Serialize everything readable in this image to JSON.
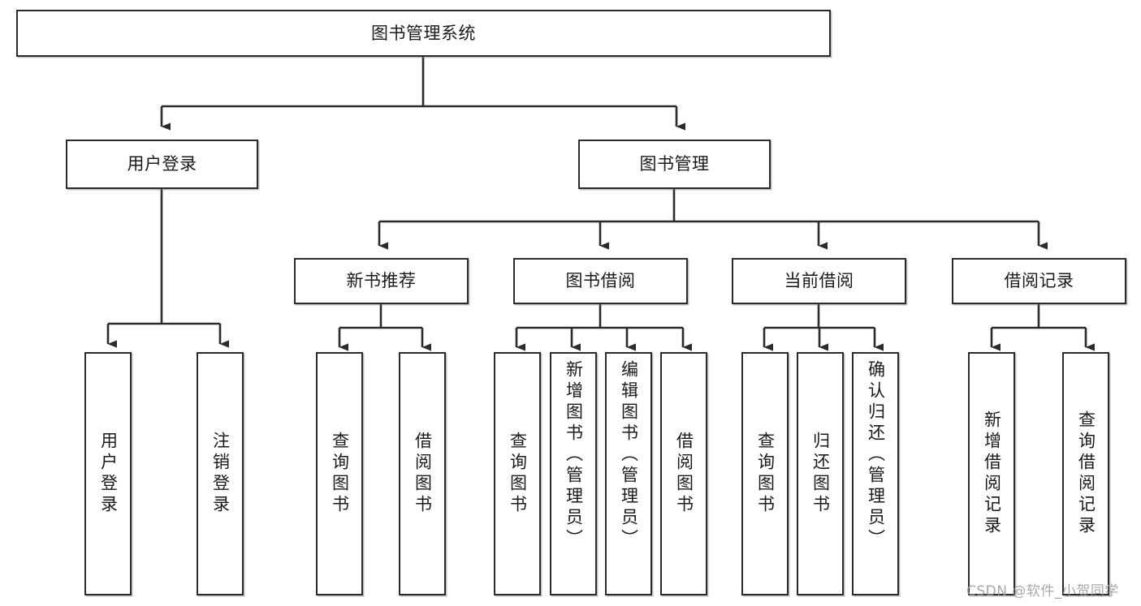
{
  "diagram": {
    "title": "图书管理系统",
    "type": "tree-hierarchy-chart",
    "root": {
      "id": "root",
      "label": "图书管理系统"
    },
    "level2": [
      {
        "id": "user-login",
        "label": "用户登录"
      },
      {
        "id": "book-manage",
        "label": "图书管理"
      }
    ],
    "level3": [
      {
        "id": "new-book-rec",
        "label": "新书推荐",
        "parent": "book-manage"
      },
      {
        "id": "book-borrow",
        "label": "图书借阅",
        "parent": "book-manage"
      },
      {
        "id": "current-borrow",
        "label": "当前借阅",
        "parent": "book-manage"
      },
      {
        "id": "borrow-record",
        "label": "借阅记录",
        "parent": "book-manage"
      }
    ],
    "leaves": [
      {
        "id": "leaf-user-login",
        "label": "用户登录",
        "parent": "user-login"
      },
      {
        "id": "leaf-logout",
        "label": "注销登录",
        "parent": "user-login"
      },
      {
        "id": "leaf-query-book-1",
        "label": "查询图书",
        "parent": "new-book-rec"
      },
      {
        "id": "leaf-borrow-book-1",
        "label": "借阅图书",
        "parent": "new-book-rec"
      },
      {
        "id": "leaf-query-book-2",
        "label": "查询图书",
        "parent": "book-borrow"
      },
      {
        "id": "leaf-add-book",
        "label": "新增图书（管理员）",
        "parent": "book-borrow"
      },
      {
        "id": "leaf-edit-book",
        "label": "编辑图书（管理员）",
        "parent": "book-borrow"
      },
      {
        "id": "leaf-borrow-book-2",
        "label": "借阅图书",
        "parent": "book-borrow"
      },
      {
        "id": "leaf-query-book-3",
        "label": "查询图书",
        "parent": "current-borrow"
      },
      {
        "id": "leaf-return-book",
        "label": "归还图书",
        "parent": "current-borrow"
      },
      {
        "id": "leaf-confirm-return",
        "label": "确认归还（管理员）",
        "parent": "current-borrow"
      },
      {
        "id": "leaf-add-record",
        "label": "新增借阅记录",
        "parent": "borrow-record"
      },
      {
        "id": "leaf-query-record",
        "label": "查询借阅记录",
        "parent": "borrow-record"
      }
    ],
    "watermark": "CSDN @软件_小贺同学",
    "colors": {
      "stroke": "#2b2b2b",
      "fill": "#ffffff",
      "text": "#1a1a1a",
      "watermark": "#9a9a9a"
    }
  }
}
